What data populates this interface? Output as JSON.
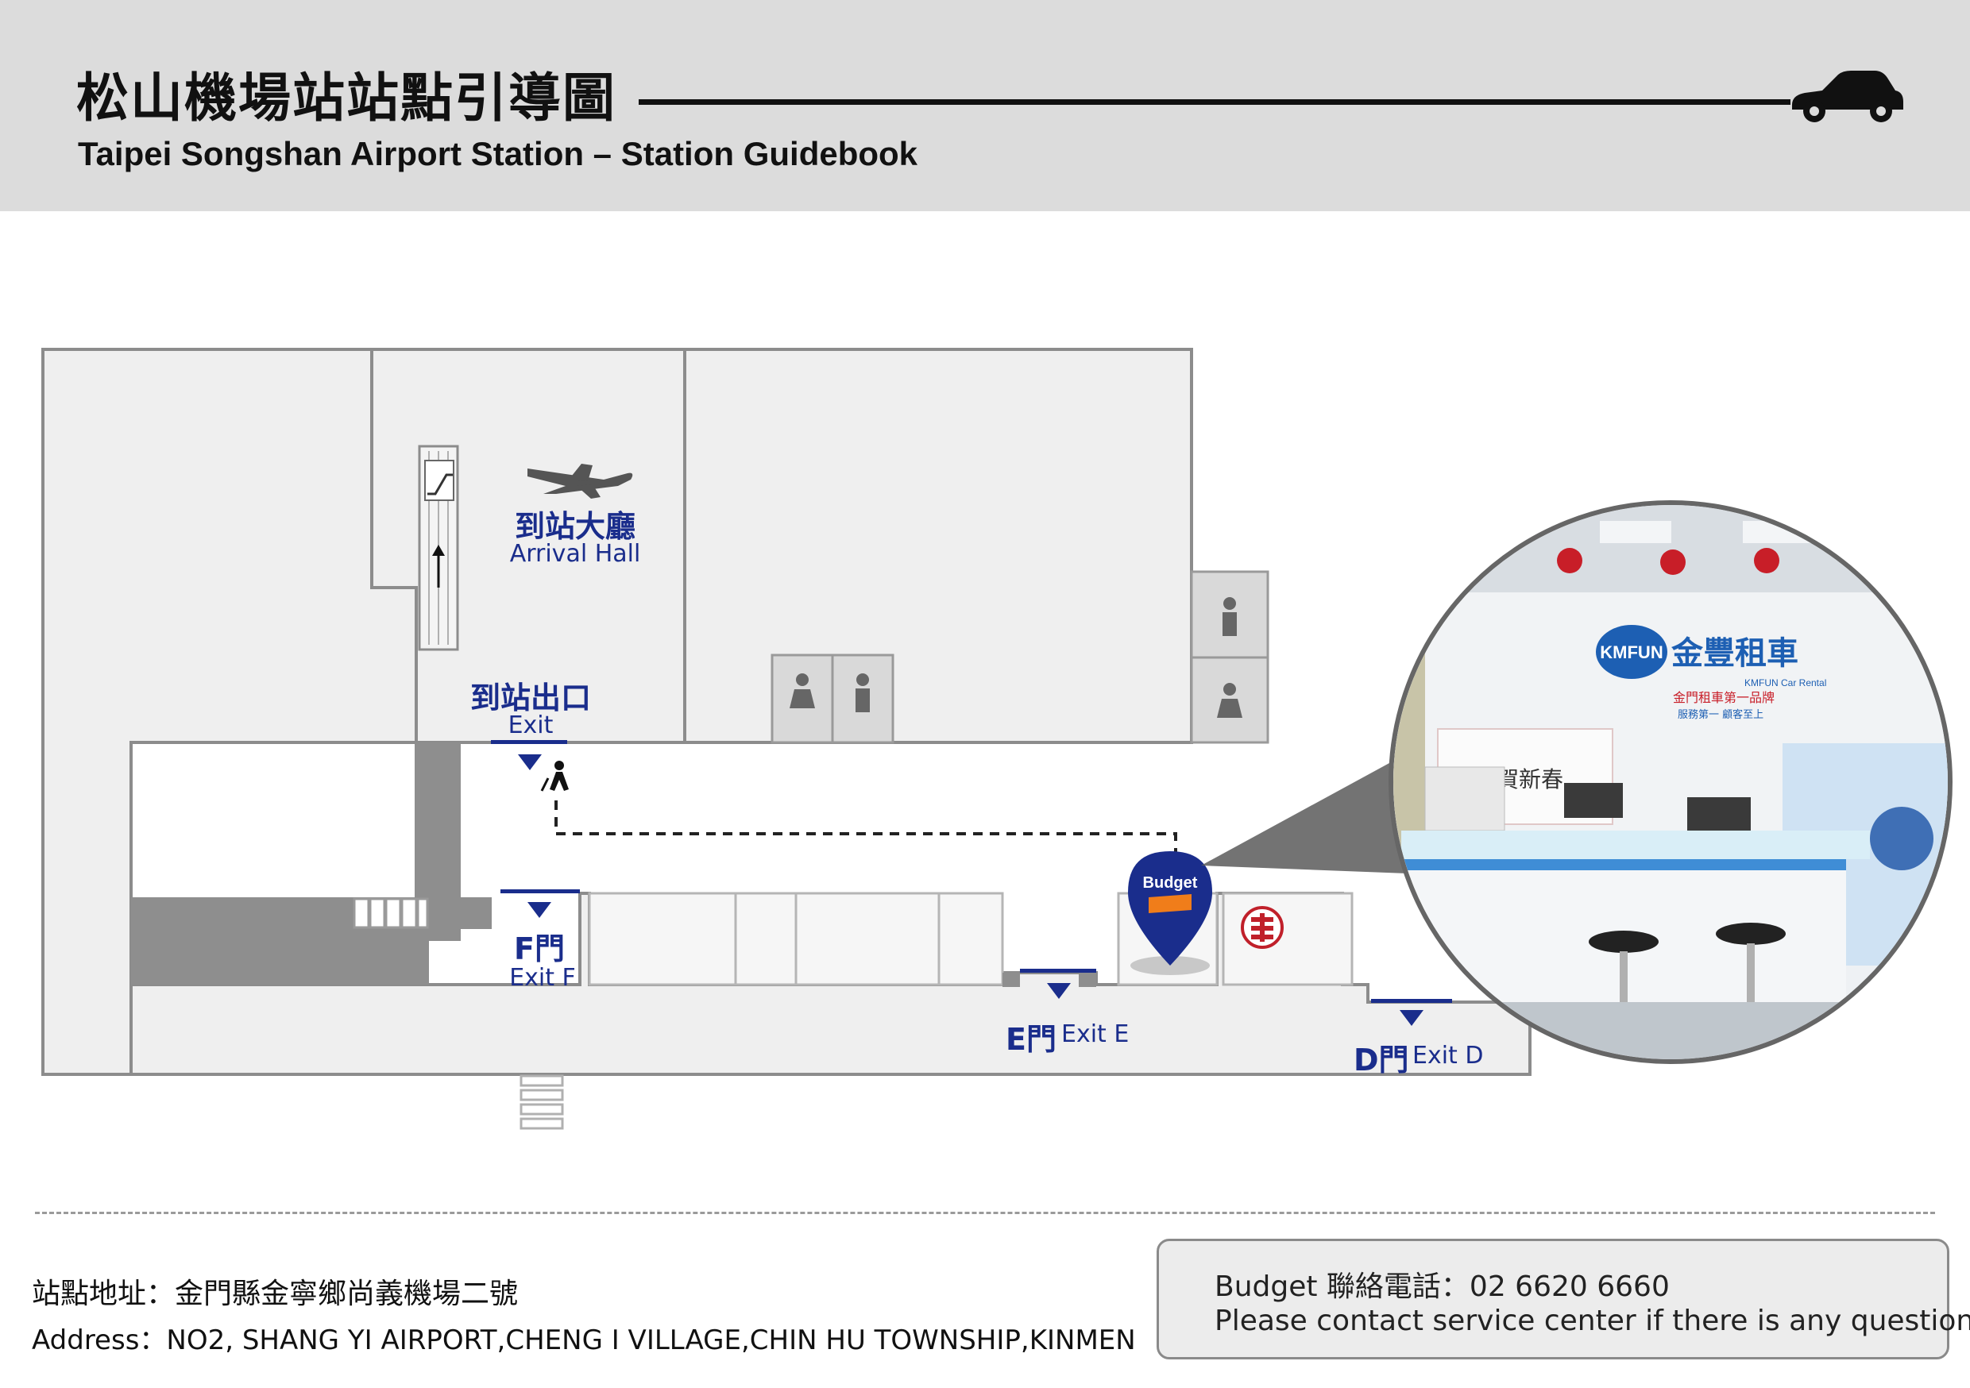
{
  "header": {
    "title_zh": "松山機場站站點引導圖",
    "title_en": "Taipei Songshan Airport Station – Station Guidebook"
  },
  "map": {
    "arrival_hall_zh": "到站大廳",
    "arrival_hall_en": "Arrival Hall",
    "arrival_exit_zh": "到站出口",
    "arrival_exit_en": "Exit",
    "gate_f_zh": "F門",
    "gate_f_en": "Exit F",
    "gate_e_zh": "E門",
    "gate_e_en": "Exit E",
    "gate_d_zh": "D門",
    "gate_d_en": "Exit D",
    "budget_pin_label": "Budget",
    "colors": {
      "accent_navy": "#1a2d8c",
      "floor": "#efefef",
      "wall": "#8c8c8c",
      "budget_orange": "#f07d1a"
    },
    "icons": [
      "airplane-icon",
      "escalator-icon",
      "walking-person-icon",
      "restroom-icon",
      "post-office-icon",
      "budget-pin-icon",
      "car-icon"
    ]
  },
  "photo": {
    "brand_logo": "KMFUN",
    "brand_zh": "金豐租車",
    "brand_en": "KMFUN Car Rental",
    "slogan_zh": "服務第一 顧客至上",
    "banner_zh": "金門租車第一品牌",
    "greeting_zh": "賀新春"
  },
  "footer": {
    "address_zh": "站點地址：金門縣金寧鄉尚義機場二號",
    "address_en": "Address：NO2, SHANG YI AIRPORT,CHENG I VILLAGE,CHIN HU TOWNSHIP,KINMEN",
    "contact_line1": "Budget 聯絡電話：02 6620 6660",
    "contact_line2": "Please contact service center if there is any question"
  }
}
